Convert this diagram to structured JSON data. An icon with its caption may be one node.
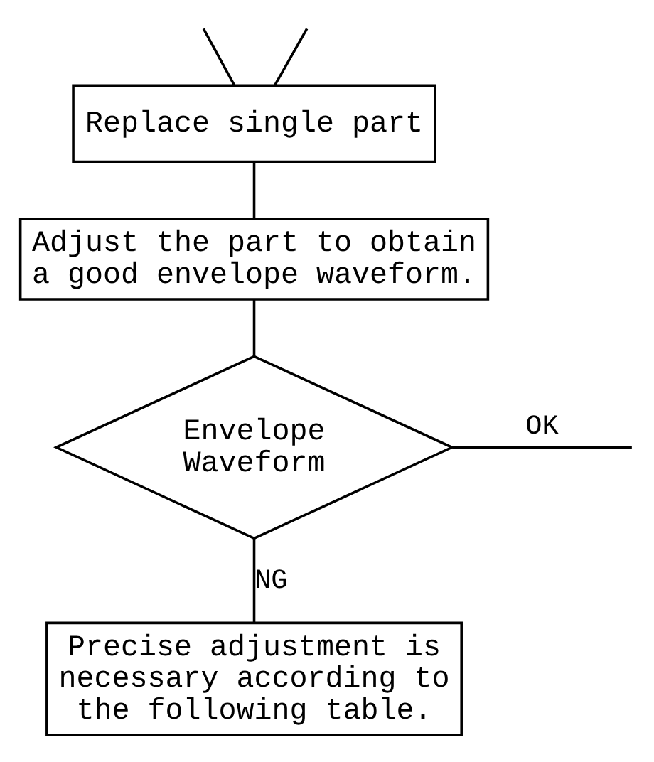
{
  "diagram": {
    "nodes": [
      {
        "text": [
          "Replace single part"
        ]
      },
      {
        "text": [
          "Adjust the part to obtain a good envelope waveform."
        ]
      },
      {
        "text": [
          "Envelope Waveform"
        ]
      },
      {
        "text": [
          "Precise adjustment is necessary according to the following table."
        ]
      }
    ],
    "edges": [
      {
        "from": null,
        "to": 0,
        "arrow": "none"
      },
      {
        "from": null,
        "to": 0,
        "arrow": "none"
      },
      {
        "from": 0,
        "to": 1,
        "arrow": "none"
      },
      {
        "from": 1,
        "to": 2,
        "arrow": "none"
      },
      {
        "from": 2,
        "to": null,
        "label": "OK",
        "arrow": "none"
      },
      {
        "from": 2,
        "to": 3,
        "label": "NG",
        "arrow": "none"
      }
    ]
  }
}
